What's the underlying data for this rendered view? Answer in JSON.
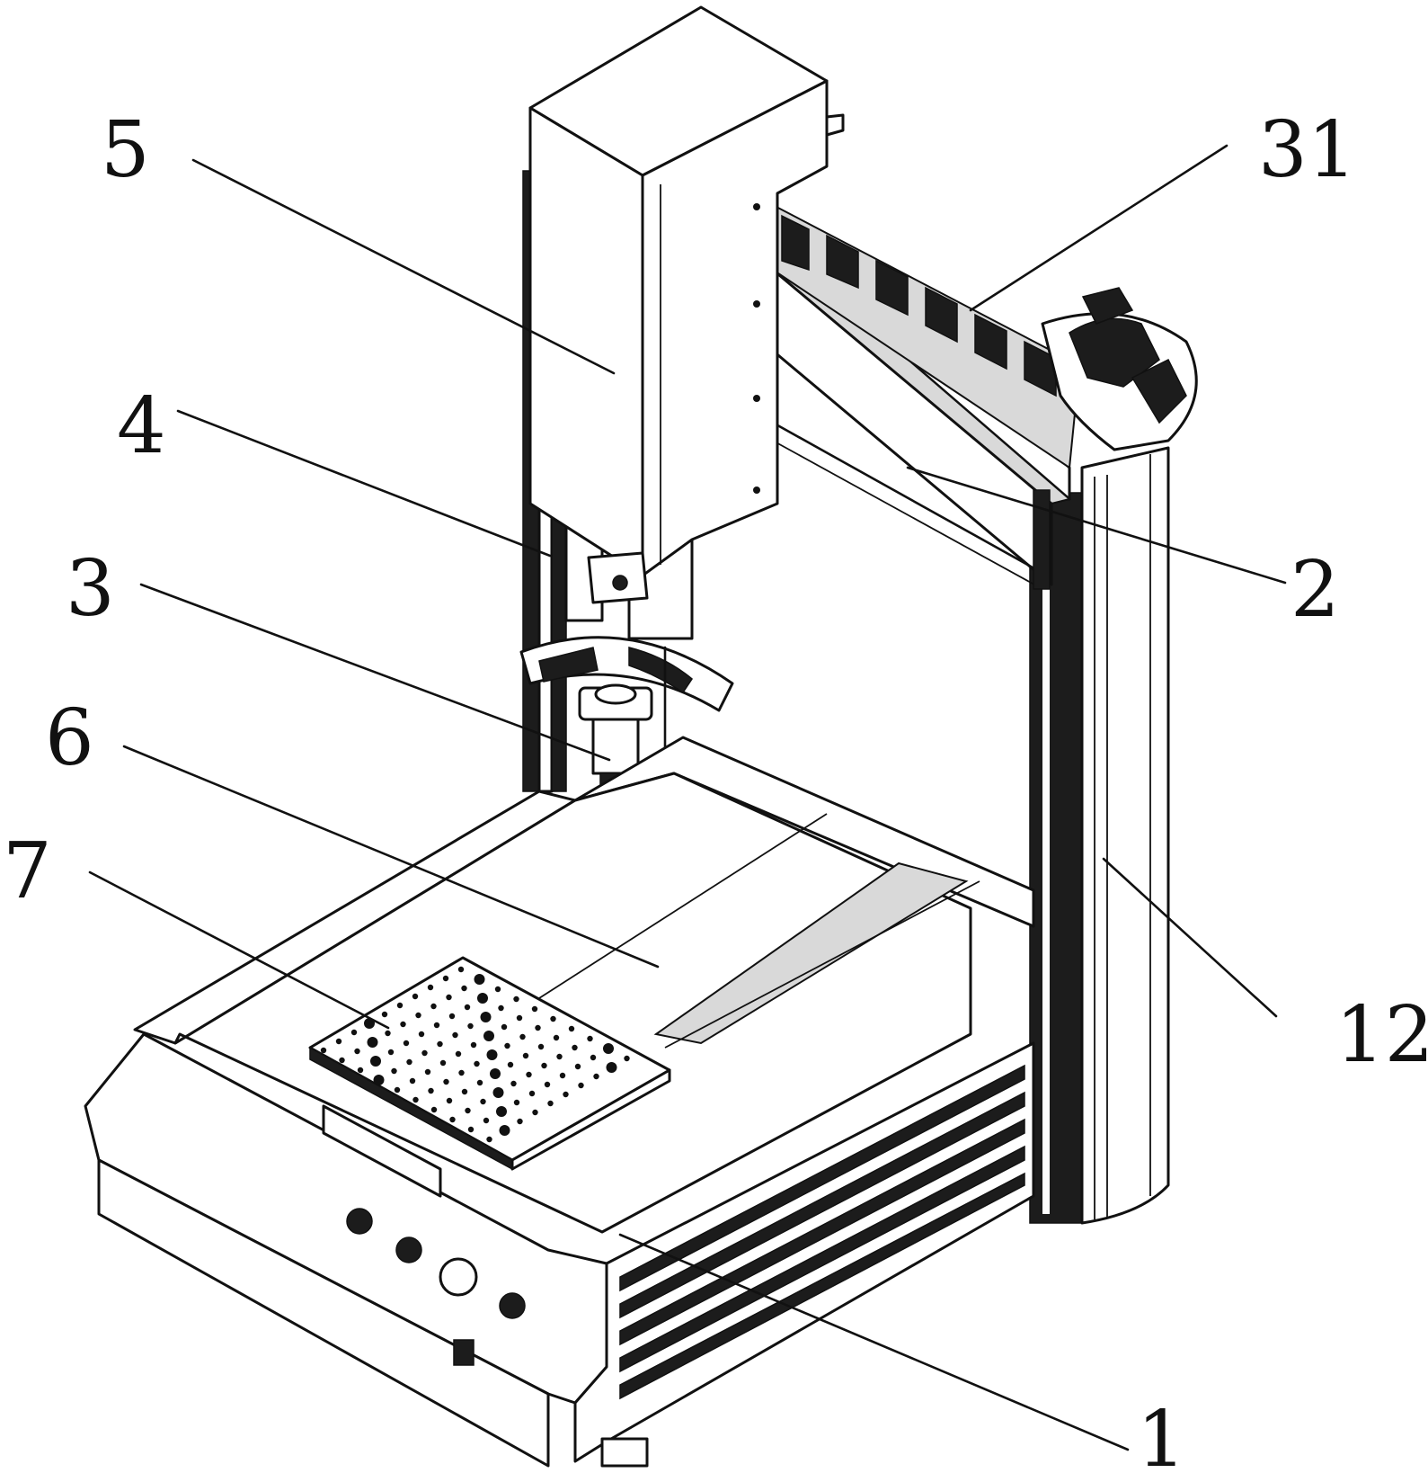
{
  "figure": {
    "labels": [
      {
        "id": "label-5",
        "text": "5"
      },
      {
        "id": "label-31",
        "text": "31"
      },
      {
        "id": "label-4",
        "text": "4"
      },
      {
        "id": "label-3",
        "text": "3"
      },
      {
        "id": "label-2",
        "text": "2"
      },
      {
        "id": "label-6",
        "text": "6"
      },
      {
        "id": "label-7",
        "text": "7"
      },
      {
        "id": "label-12",
        "text": "12"
      },
      {
        "id": "label-1",
        "text": "1"
      }
    ],
    "colors": {
      "line": "#111111",
      "fill": "#ffffff",
      "shade": "#d9d9d9",
      "dark": "#1c1c1c"
    }
  }
}
